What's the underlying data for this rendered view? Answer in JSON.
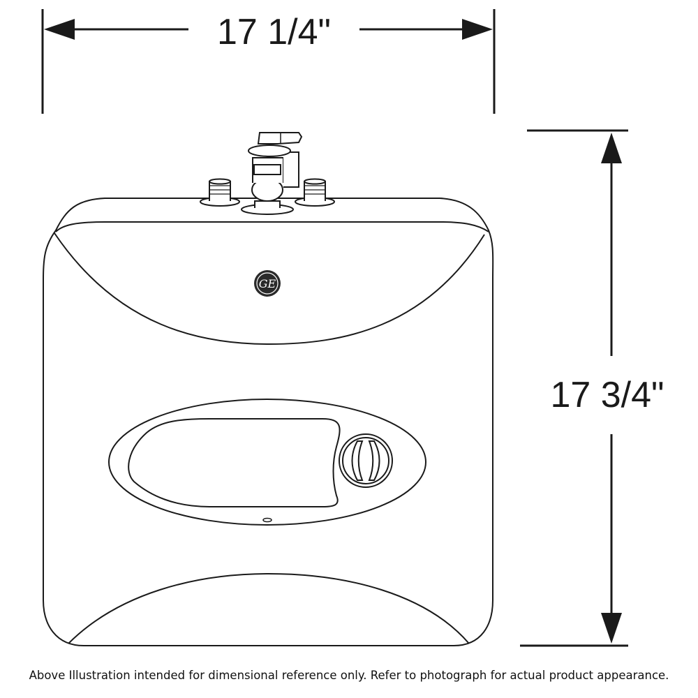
{
  "dimensions": {
    "width_label": "17 1/4\"",
    "height_label": "17 3/4\""
  },
  "logo": {
    "text": "GE"
  },
  "footer": {
    "note": "Above Illustration intended for dimensional reference only. Refer to photograph for actual product appearance."
  },
  "colors": {
    "line": "#1a1a1a",
    "background": "#ffffff",
    "logo_fill": "#2a2a2a"
  }
}
